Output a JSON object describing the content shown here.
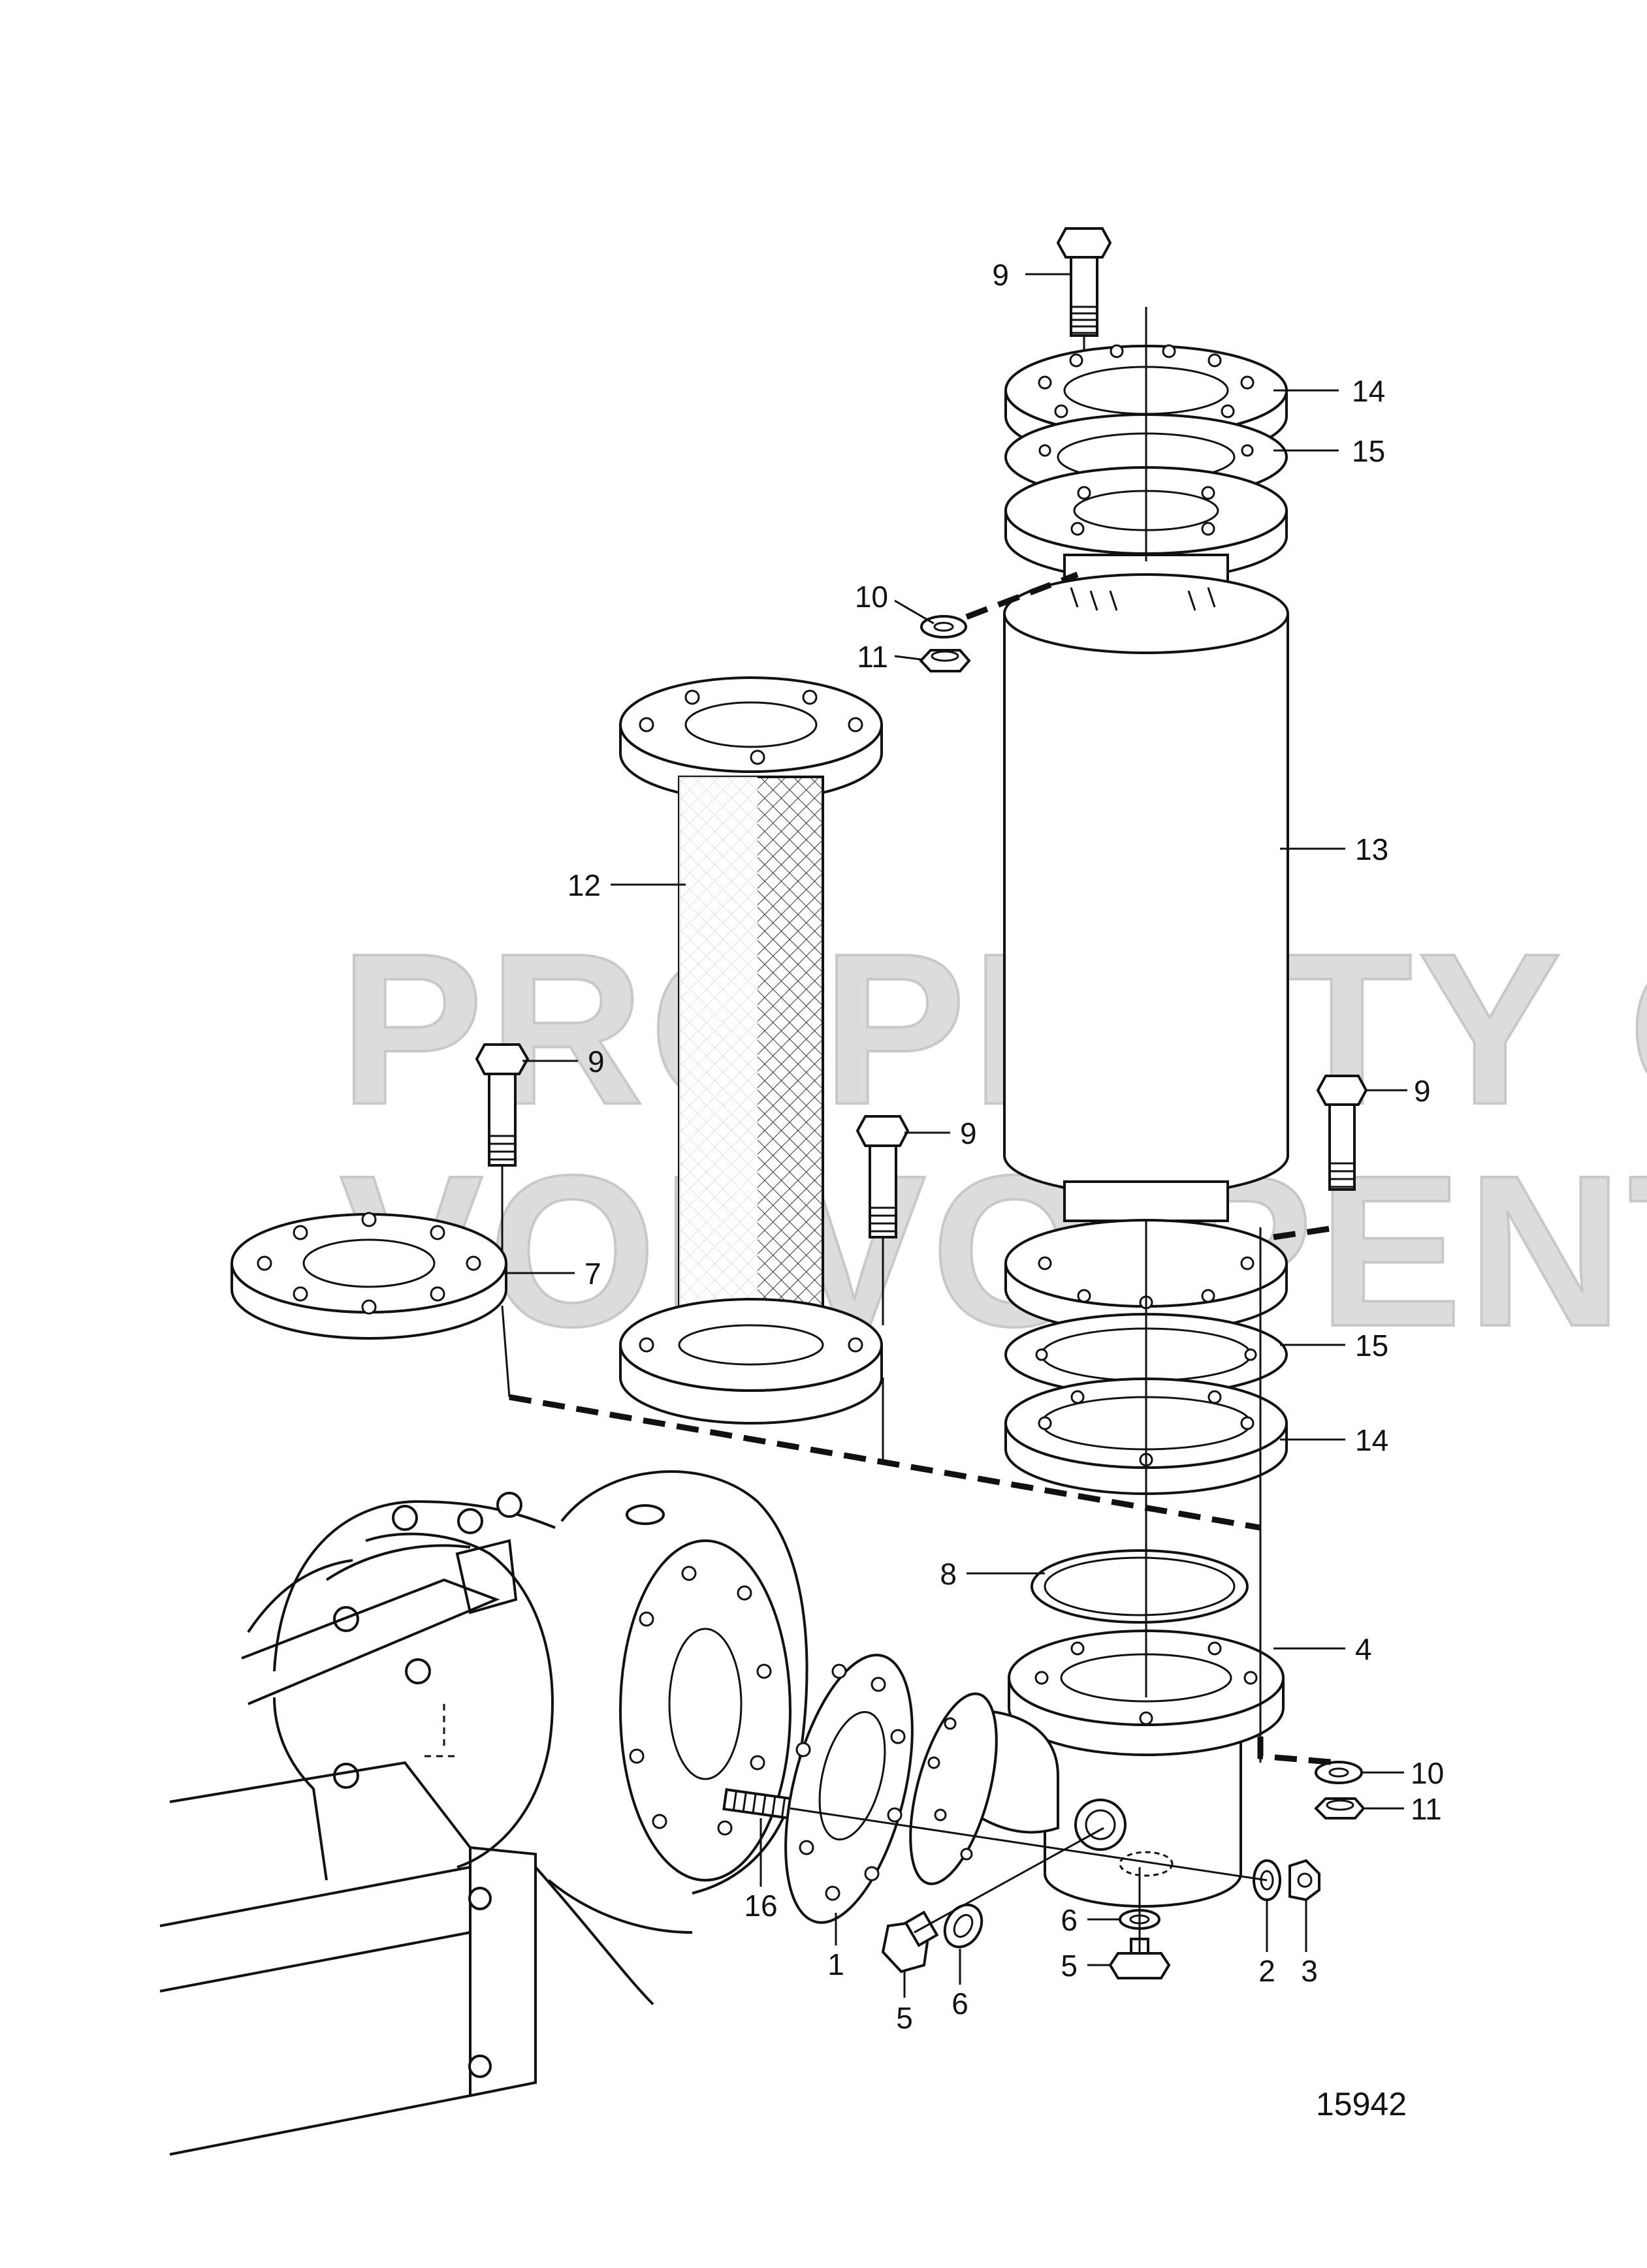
{
  "diagram": {
    "watermark_line1": "PROPERTY OF",
    "watermark_line2": "VOLVO PENTA",
    "figure_number": "15942",
    "callouts": [
      {
        "id": "c9-top",
        "label": "9"
      },
      {
        "id": "c14-top",
        "label": "14"
      },
      {
        "id": "c15-top",
        "label": "15"
      },
      {
        "id": "c10-top",
        "label": "10"
      },
      {
        "id": "c11-top",
        "label": "11"
      },
      {
        "id": "c12",
        "label": "12"
      },
      {
        "id": "c13",
        "label": "13"
      },
      {
        "id": "c9-left",
        "label": "9"
      },
      {
        "id": "c9-mid",
        "label": "9"
      },
      {
        "id": "c9-right",
        "label": "9"
      },
      {
        "id": "c7",
        "label": "7"
      },
      {
        "id": "c15-bot",
        "label": "15"
      },
      {
        "id": "c14-bot",
        "label": "14"
      },
      {
        "id": "c8",
        "label": "8"
      },
      {
        "id": "c4",
        "label": "4"
      },
      {
        "id": "c10-bot",
        "label": "10"
      },
      {
        "id": "c11-bot",
        "label": "11"
      },
      {
        "id": "c16",
        "label": "16"
      },
      {
        "id": "c1",
        "label": "1"
      },
      {
        "id": "c6-right",
        "label": "6"
      },
      {
        "id": "c5-right",
        "label": "5"
      },
      {
        "id": "c2",
        "label": "2"
      },
      {
        "id": "c3",
        "label": "3"
      },
      {
        "id": "c6-left",
        "label": "6"
      },
      {
        "id": "c5-left",
        "label": "5"
      }
    ]
  }
}
